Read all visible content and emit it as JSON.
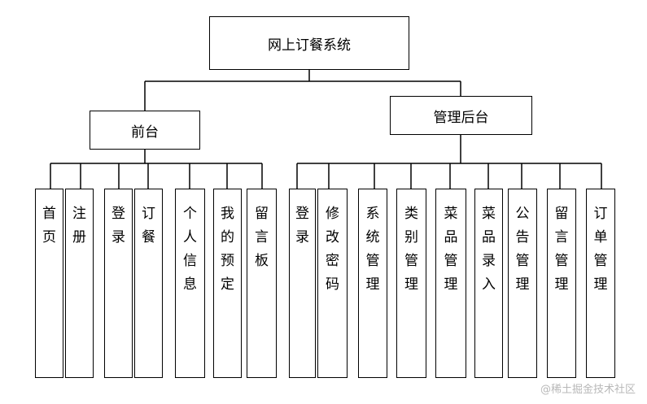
{
  "root": {
    "label": "网上订餐系统"
  },
  "front": {
    "label": "前台",
    "children": [
      "首页",
      "注册",
      "登录",
      "订餐",
      "个人信息",
      "我的预定",
      "留言板"
    ]
  },
  "back": {
    "label": "管理后台",
    "children": [
      "登录",
      "修改密码",
      "系统管理",
      "类别管理",
      "菜品管理",
      "菜品录入",
      "公告管理",
      "留言管理",
      "订单管理"
    ]
  },
  "watermark": "@稀土掘金技术社区"
}
